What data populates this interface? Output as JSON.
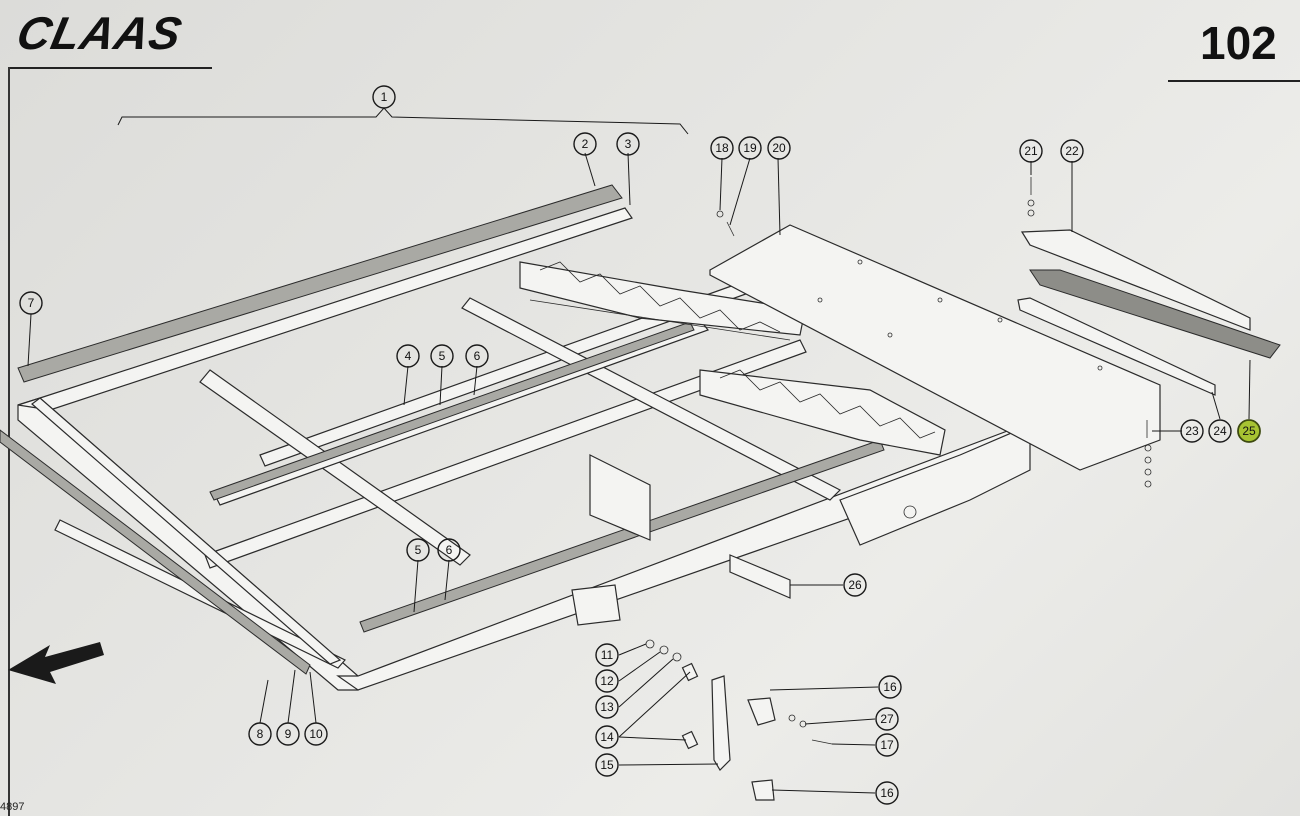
{
  "header": {
    "brand": "CLAAS",
    "page_number": "102"
  },
  "footer": {
    "drawing_number": "4897"
  },
  "diagram": {
    "highlighted_callout": "25",
    "callouts": [
      "1",
      "2",
      "3",
      "4",
      "5",
      "6",
      "7",
      "5",
      "6",
      "8",
      "9",
      "10",
      "11",
      "12",
      "13",
      "14",
      "15",
      "16",
      "16",
      "17",
      "18",
      "19",
      "20",
      "21",
      "22",
      "23",
      "24",
      "25",
      "26",
      "27"
    ]
  }
}
